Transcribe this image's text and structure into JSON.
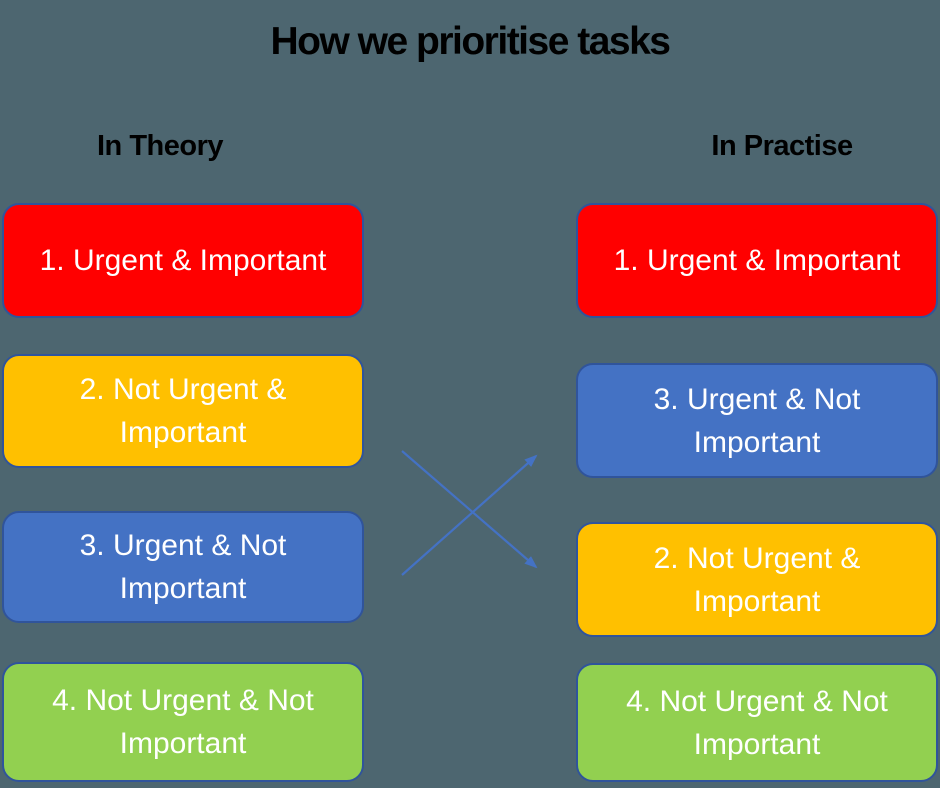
{
  "title": "How we prioritise tasks",
  "theory": {
    "heading": "In Theory",
    "boxes": [
      {
        "lines": [
          "1. Urgent & Important"
        ],
        "color": "#FF0000"
      },
      {
        "lines": [
          "2. Not Urgent &",
          "Important"
        ],
        "color": "#FFC000"
      },
      {
        "lines": [
          "3. Urgent & Not",
          "Important"
        ],
        "color": "#4472C4"
      },
      {
        "lines": [
          "4. Not Urgent & Not",
          "Important"
        ],
        "color": "#92D050"
      }
    ]
  },
  "practise": {
    "heading": "In Practise",
    "boxes": [
      {
        "lines": [
          "1. Urgent & Important"
        ],
        "color": "#FF0000"
      },
      {
        "lines": [
          "3. Urgent & Not",
          "Important"
        ],
        "color": "#4472C4"
      },
      {
        "lines": [
          "2. Not Urgent &",
          "Important"
        ],
        "color": "#FFC000"
      },
      {
        "lines": [
          "4. Not Urgent & Not",
          "Important"
        ],
        "color": "#92D050"
      }
    ]
  },
  "colors": {
    "background": "#4D6670",
    "box_border": "#30549B",
    "box_text": "#FFFFFF",
    "heading_text": "#000000",
    "arrow": "#4472C4"
  }
}
